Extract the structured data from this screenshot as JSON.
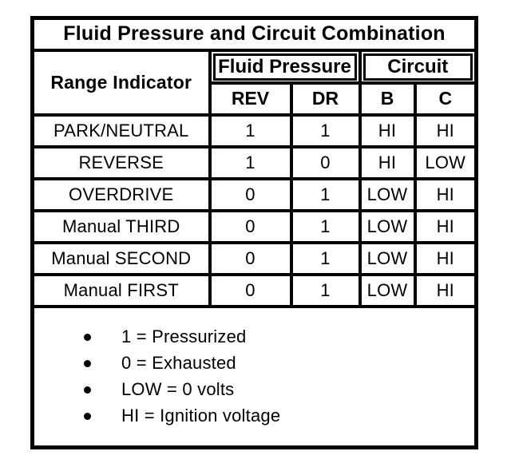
{
  "table": {
    "title": "Fluid Pressure and Circuit Combination",
    "row_header": "Range Indicator",
    "groups": [
      {
        "label": "Fluid Pressure"
      },
      {
        "label": "Circuit"
      }
    ],
    "columns": [
      "REV",
      "DR",
      "B",
      "C"
    ],
    "rows": [
      {
        "label": "PARK/NEUTRAL",
        "cells": [
          "1",
          "1",
          "HI",
          "HI"
        ]
      },
      {
        "label": "REVERSE",
        "cells": [
          "1",
          "0",
          "HI",
          "LOW"
        ]
      },
      {
        "label": "OVERDRIVE",
        "cells": [
          "0",
          "1",
          "LOW",
          "HI"
        ]
      },
      {
        "label": "Manual THIRD",
        "cells": [
          "0",
          "1",
          "LOW",
          "HI"
        ]
      },
      {
        "label": "Manual SECOND",
        "cells": [
          "0",
          "1",
          "LOW",
          "HI"
        ]
      },
      {
        "label": "Manual FIRST",
        "cells": [
          "0",
          "1",
          "LOW",
          "HI"
        ]
      }
    ],
    "legend": [
      "1 = Pressurized",
      "0 = Exhausted",
      "LOW = 0 volts",
      "HI = Ignition voltage"
    ]
  },
  "colors": {
    "border": "#000000",
    "background": "#ffffff",
    "text": "#000000"
  }
}
